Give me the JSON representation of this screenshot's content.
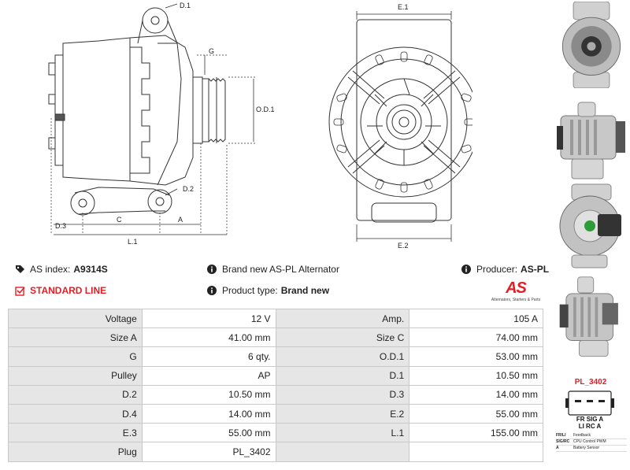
{
  "drawing": {
    "side_labels": {
      "d1": "D.1",
      "g": "G",
      "od1": "O.D.1",
      "d2": "D.2",
      "d3": "D.3",
      "c": "C",
      "a": "A",
      "l1": "L.1"
    },
    "front_labels": {
      "e1": "E.1",
      "e2": "E.2"
    }
  },
  "info": {
    "as_index_label": "AS index:",
    "as_index_value": "A9314S",
    "standard_line": "STANDARD LINE",
    "brand_new": "Brand new AS-PL Alternator",
    "product_type_label": "Product type:",
    "product_type_value": "Brand new",
    "producer_label": "Producer:",
    "producer_value": "AS-PL"
  },
  "logo": {
    "mark": "AS",
    "tagline": "Alternators, Starters & Parts"
  },
  "specs": [
    [
      "Voltage",
      "12 V",
      "Amp.",
      "105 A"
    ],
    [
      "Size A",
      "41.00 mm",
      "Size C",
      "74.00 mm"
    ],
    [
      "G",
      "6 qty.",
      "O.D.1",
      "53.00 mm"
    ],
    [
      "Pulley",
      "AP",
      "D.1",
      "10.50 mm"
    ],
    [
      "D.2",
      "10.50 mm",
      "D.3",
      "14.00 mm"
    ],
    [
      "D.4",
      "14.00 mm",
      "E.2",
      "55.00 mm"
    ],
    [
      "E.3",
      "55.00 mm",
      "L.1",
      "155.00 mm"
    ],
    [
      "Plug",
      "PL_3402",
      "",
      ""
    ]
  ],
  "plug": {
    "title": "PL_3402",
    "pins_top": "FR SIG  A",
    "pins_bottom": "LI  RC  A",
    "legend": [
      {
        "code": "FR/LI",
        "desc": "Feedback"
      },
      {
        "code": "SIG/RC",
        "desc": "CPU Control PWM"
      },
      {
        "code": "A",
        "desc": "Battery Sensor"
      }
    ]
  },
  "colors": {
    "accent": "#e31e24",
    "key_bg": "#e6e6e6",
    "border": "#c9c9c9"
  }
}
